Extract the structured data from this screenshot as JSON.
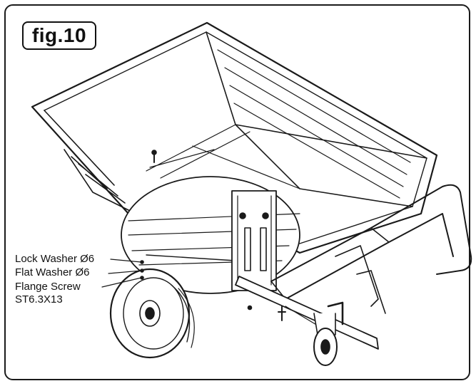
{
  "figure": {
    "label": "fig.10"
  },
  "callouts": [
    {
      "id": "lock-washer",
      "text": "Lock Washer Ø6"
    },
    {
      "id": "flat-washer",
      "text": "Flat Washer Ø6"
    },
    {
      "id": "flange-screw",
      "text": "Flange Screw"
    },
    {
      "id": "flange-screw-spec",
      "text": "ST6.3X13"
    }
  ],
  "colors": {
    "line": "#1a1a1a",
    "background": "#ffffff"
  }
}
